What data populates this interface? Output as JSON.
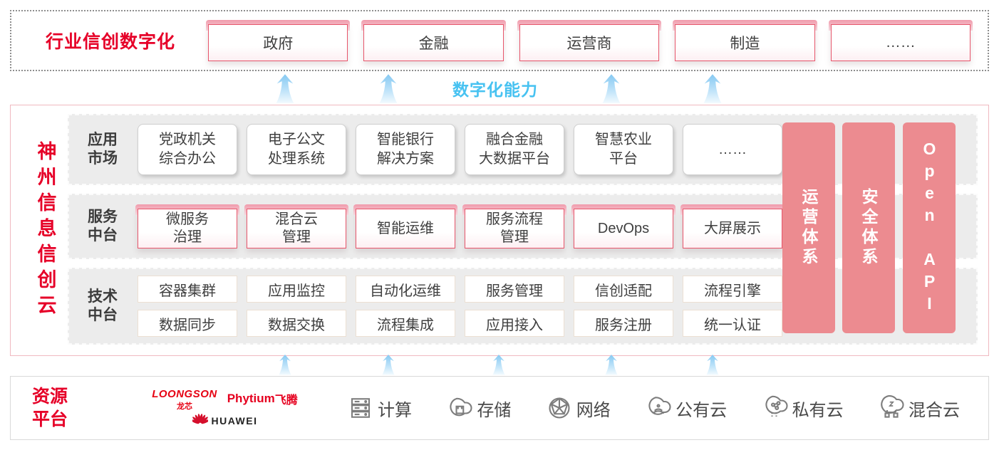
{
  "top": {
    "title": "行业信创数字化",
    "industries": [
      "政府",
      "金融",
      "运营商",
      "制造",
      "……"
    ]
  },
  "capability_label": "数字化能力",
  "platform": {
    "side_title": "神州信息信创云",
    "rows": [
      {
        "label": "应用\n市场",
        "items": [
          "党政机关\n综合办公",
          "电子公文\n处理系统",
          "智能银行\n解决方案",
          "融合金融\n大数据平台",
          "智慧农业\n平台",
          "……"
        ]
      },
      {
        "label": "服务\n中台",
        "items": [
          "微服务\n治理",
          "混合云\n管理",
          "智能运维",
          "服务流程\n管理",
          "DevOps",
          "大屏展示"
        ]
      },
      {
        "label": "技术\n中台",
        "items_row1": [
          "容器集群",
          "应用监控",
          "自动化运维",
          "服务管理",
          "信创适配",
          "流程引擎"
        ],
        "items_row2": [
          "数据同步",
          "数据交换",
          "流程集成",
          "应用接入",
          "服务注册",
          "统一认证"
        ]
      }
    ],
    "pillars": [
      "运营体系",
      "安全体系",
      "Open API"
    ]
  },
  "resources": {
    "label": "资源\n平台",
    "vendors": {
      "loongson_en": "LOONGSON",
      "loongson_cn": "龙芯",
      "phytium_en": "Phytium",
      "phytium_cn": "飞腾",
      "huawei": "HUAWEI"
    },
    "items": [
      {
        "icon": "compute-icon",
        "label": "计算"
      },
      {
        "icon": "storage-icon",
        "label": "存储"
      },
      {
        "icon": "network-icon",
        "label": "网络"
      },
      {
        "icon": "public-cloud-icon",
        "label": "公有云"
      },
      {
        "icon": "private-cloud-icon",
        "label": "私有云"
      },
      {
        "icon": "hybrid-cloud-icon",
        "label": "混合云"
      }
    ]
  },
  "colors": {
    "brand_red": "#e60028",
    "pillar_pink": "#ec8b90",
    "capability_blue": "#47c2f1"
  }
}
